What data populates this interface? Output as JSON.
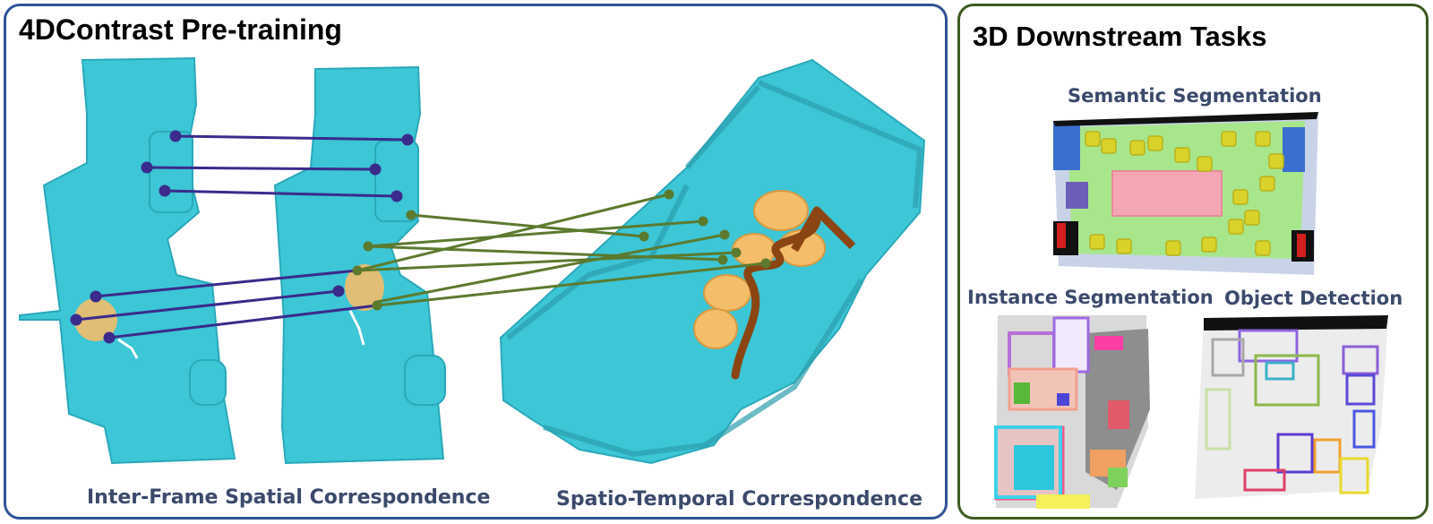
{
  "left_panel": {
    "title": "4DContrast Pre-training",
    "caption_inter_frame": "Inter-Frame Spatial Correspondence",
    "caption_spatio_temporal": "Spatio-Temporal Correspondence"
  },
  "right_panel": {
    "title": "3D Downstream Tasks",
    "caption_semantic": "Semantic Segmentation",
    "caption_instance": "Instance Segmentation",
    "caption_object": "Object Detection"
  },
  "colors": {
    "left_border": "#2f5496",
    "right_border": "#3e5a22",
    "point_cloud": "#3cc6d6",
    "highlight_object": "#f3bd6a",
    "spatial_link": "#3a2b8c",
    "temporal_link": "#5c7a2e",
    "motion_arrow": "#8b4513",
    "floor_green": "#a8e68c",
    "table_pink": "#f4a6b4",
    "chair_yellow": "#d8d22a"
  },
  "icons": [
    "point-cloud-frame",
    "correspondence-line",
    "motion-arrow",
    "segmented-scene"
  ]
}
